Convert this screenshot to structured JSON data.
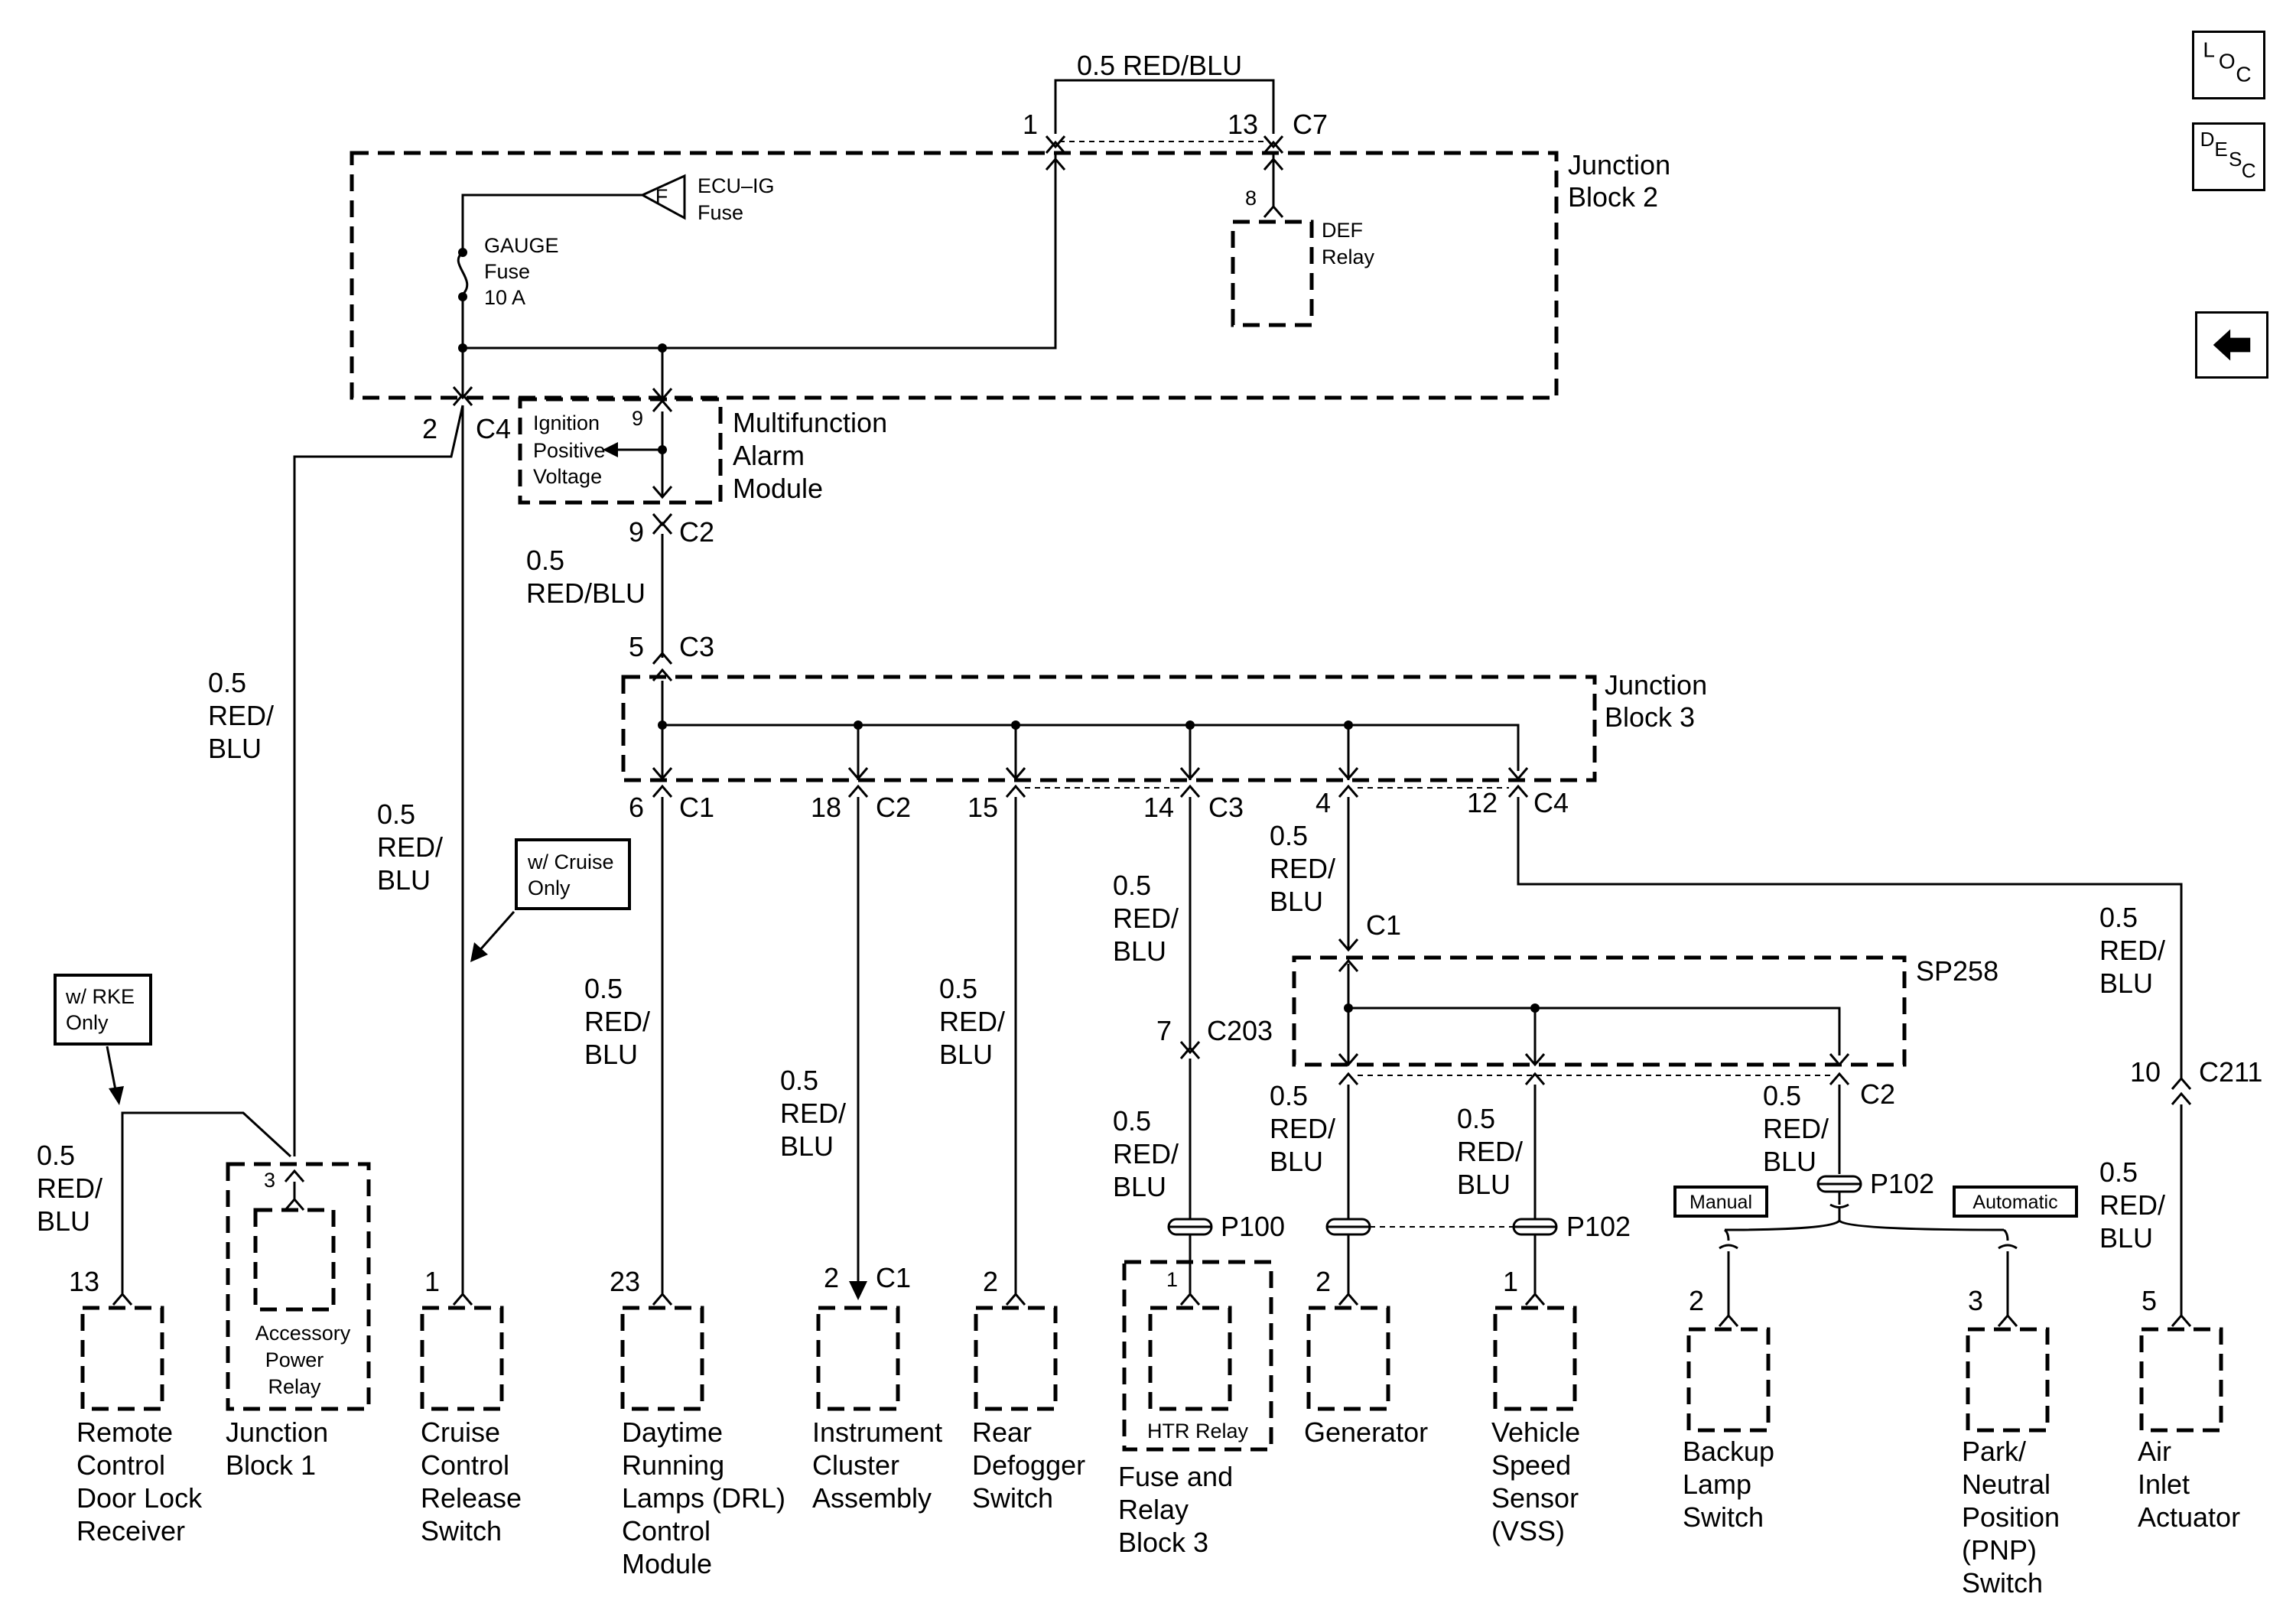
{
  "wire_spec": "0.5 RED/BLU",
  "wire_gauge": "0.5",
  "wire_color_stack": [
    "RED/",
    "BLU"
  ],
  "wire_color": "RED/BLU",
  "connectors": {
    "c7": "C7",
    "c4": "C4",
    "c2": "C2",
    "c3": "C3",
    "c1": "C1",
    "c203": "C203",
    "c211": "C211",
    "p100": "P100",
    "p102": "P102",
    "sp258": "SP258"
  },
  "pins": {
    "c7_left": "1",
    "c7_right": "13",
    "def_relay": "8",
    "c4_jb2": "2",
    "mam_in": "9",
    "mam_out": "9",
    "jb3_in": "5",
    "jb3_c1": "6",
    "jb3_c2": "18",
    "jb3_rear": "15",
    "jb3_c3": "14",
    "jb3_vss": "4",
    "jb3_c4": "12",
    "c203": "7",
    "c211": "10",
    "rke": "13",
    "acc_relay": "3",
    "cruise": "1",
    "drl": "23",
    "cluster": "2",
    "defogger": "2",
    "htr": "1",
    "generator": "2",
    "vss": "1",
    "backup": "2",
    "pnp": "3",
    "air_inlet": "5"
  },
  "blocks": {
    "jb2": [
      "Junction",
      "Block 2"
    ],
    "jb3": [
      "Junction",
      "Block 3"
    ],
    "mam": [
      "Multifunction",
      "Alarm",
      "Module"
    ],
    "ipv": [
      "Ignition",
      "Positive",
      "Voltage"
    ],
    "ecu_fuse": [
      "ECU–IG",
      "Fuse"
    ],
    "fuse_letter": "F",
    "gauge_fuse": [
      "GAUGE",
      "Fuse",
      "10 A"
    ],
    "def_relay": [
      "DEF",
      "Relay"
    ],
    "acc_relay": [
      "Accessory",
      "Power",
      "Relay"
    ],
    "htr_relay": "HTR Relay"
  },
  "options": {
    "cruise": [
      "w/ Cruise",
      "Only"
    ],
    "rke": [
      "w/ RKE",
      "Only"
    ],
    "manual": "Manual",
    "automatic": "Automatic"
  },
  "components": {
    "rke": [
      "Remote",
      "Control",
      "Door Lock",
      "Receiver"
    ],
    "jb1": [
      "Junction",
      "Block 1"
    ],
    "cruise": [
      "Cruise",
      "Control",
      "Release",
      "Switch"
    ],
    "drl": [
      "Daytime",
      "Running",
      "Lamps (DRL)",
      "Control",
      "Module"
    ],
    "cluster": [
      "Instrument",
      "Cluster",
      "Assembly"
    ],
    "defogger": [
      "Rear",
      "Defogger",
      "Switch"
    ],
    "frb3": [
      "Fuse and",
      "Relay",
      "Block 3"
    ],
    "generator": [
      "Generator"
    ],
    "vss": [
      "Vehicle",
      "Speed",
      "Sensor",
      "(VSS)"
    ],
    "backup": [
      "Backup",
      "Lamp",
      "Switch"
    ],
    "pnp": [
      "Park/",
      "Neutral",
      "Position",
      "(PNP)",
      "Switch"
    ],
    "air_inlet": [
      "Air",
      "Inlet",
      "Actuator"
    ]
  },
  "nav": {
    "loc": [
      "L",
      "O",
      "C"
    ],
    "desc": [
      "D",
      "E",
      "S",
      "C"
    ],
    "back_icon": "left-arrow-icon"
  }
}
